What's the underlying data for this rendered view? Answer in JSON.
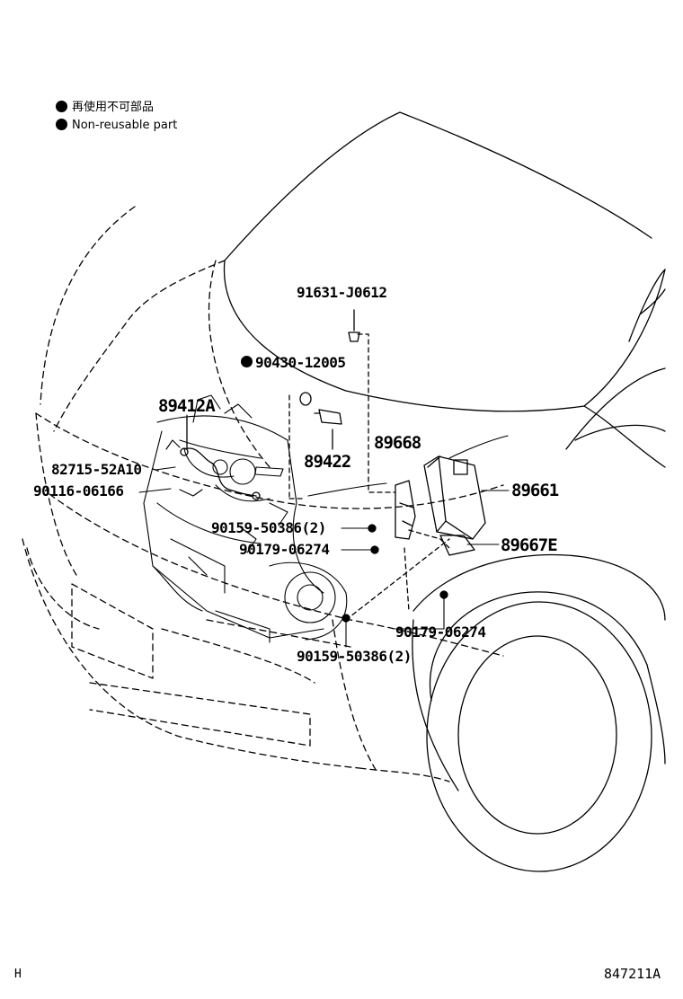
{
  "legend": {
    "items": [
      {
        "text_jp": "再使用不可部品"
      },
      {
        "text_en": "Non-reusable part"
      }
    ]
  },
  "parts": {
    "p91631": "91631-J0612",
    "p90430": "90430-12005",
    "p89412A": "89412A",
    "p89422": "89422",
    "p89668": "89668",
    "p82715": "82715-52A10",
    "p90116": "90116-06166",
    "p89661": "89661",
    "p90159a": "90159-50386(2)",
    "p90179a": "90179-06274",
    "p89667E": "89667E",
    "p90179b": "90179-06274",
    "p90159b": "90159-50386(2)"
  },
  "footer": {
    "left_code": "H",
    "figure_id": "847211A"
  }
}
